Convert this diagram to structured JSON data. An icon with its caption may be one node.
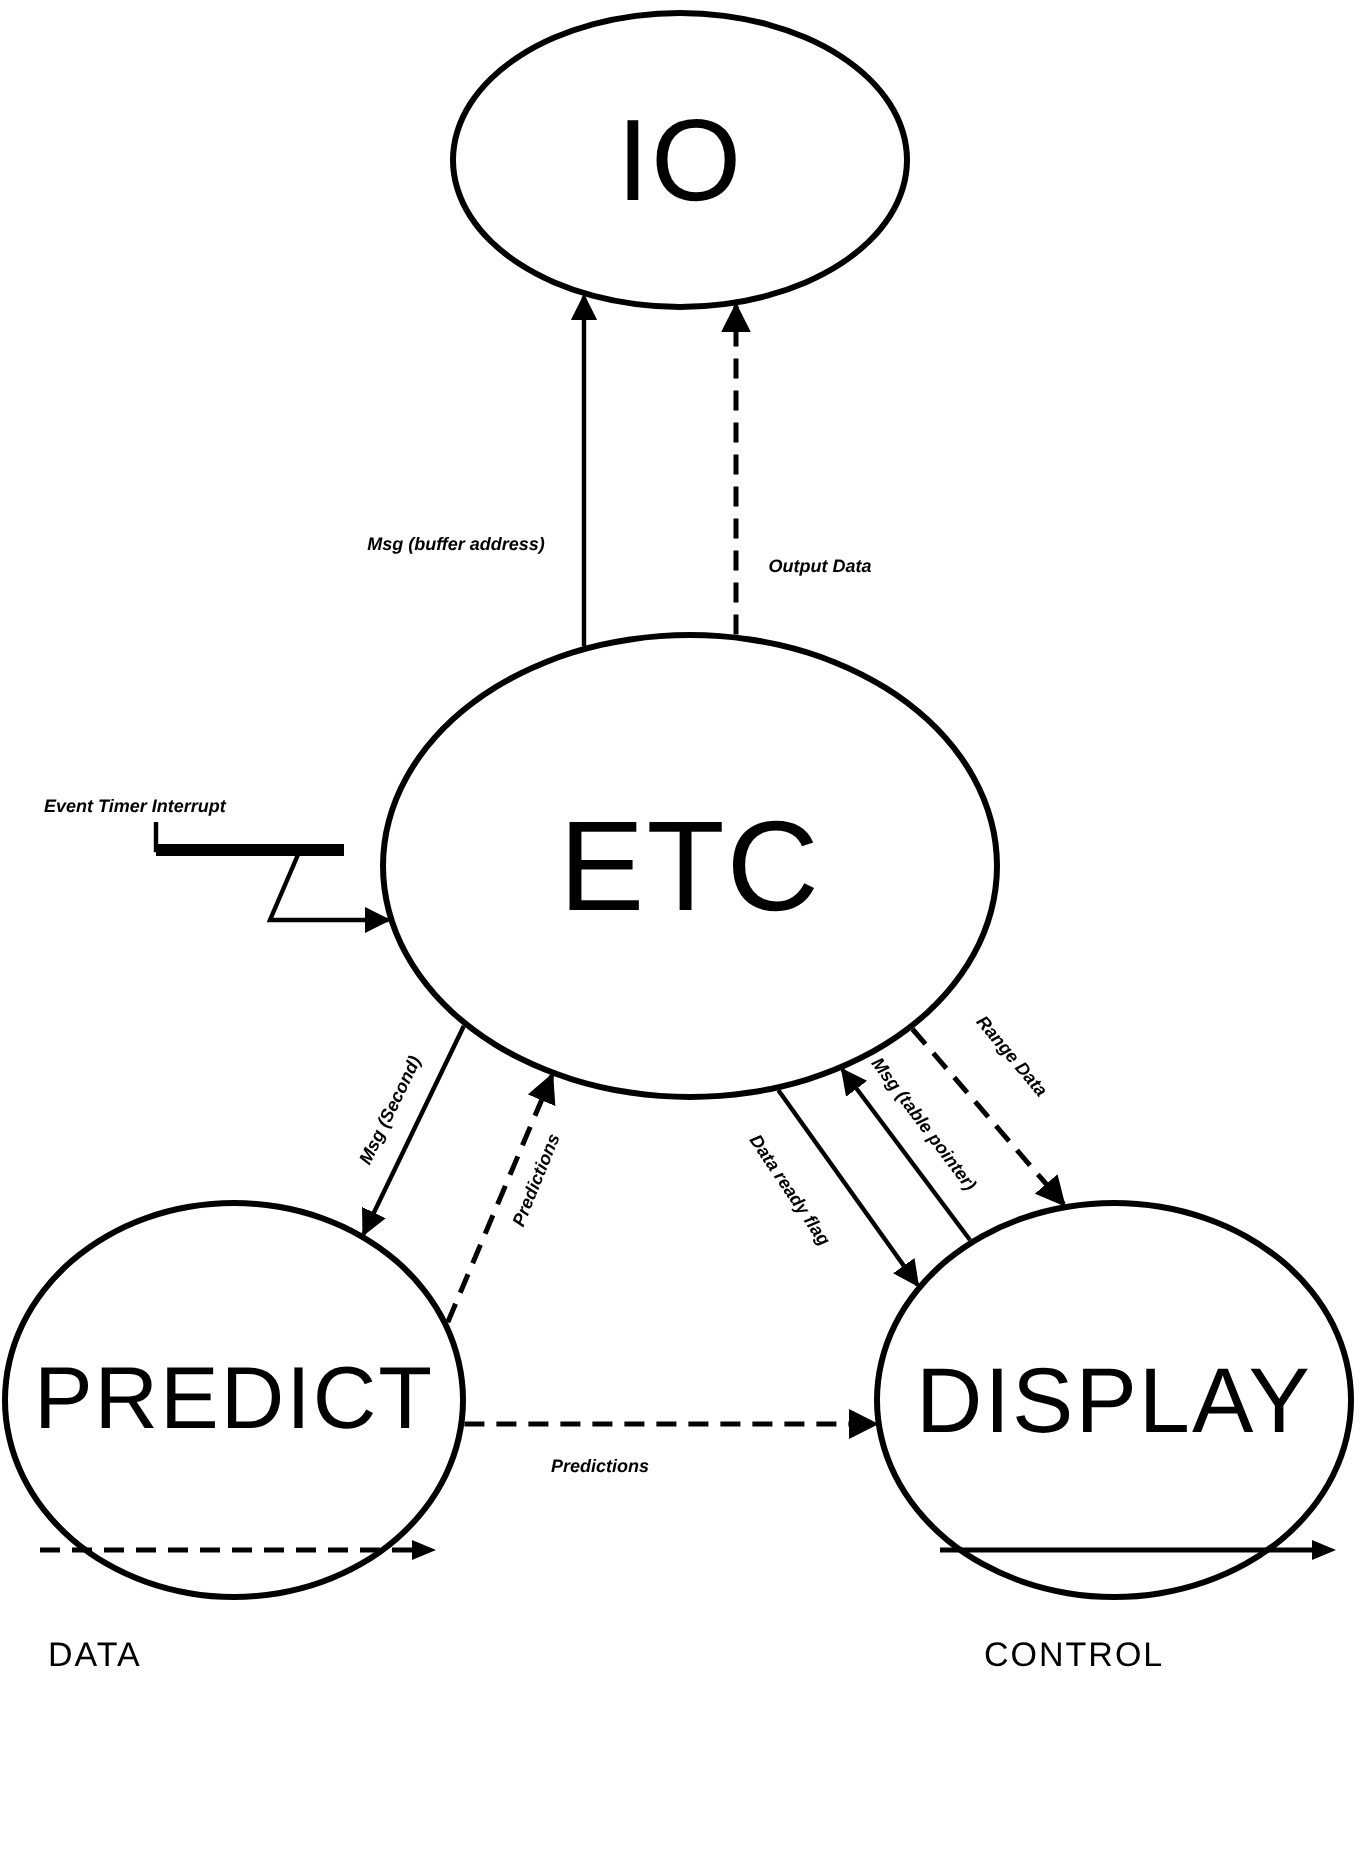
{
  "diagram": {
    "nodes": [
      {
        "text": [
          "IO"
        ]
      },
      {
        "text": [
          "ETC"
        ]
      },
      {
        "text": [
          "PREDICT"
        ]
      },
      {
        "text": [
          "DISPLAY"
        ]
      },
      {
        "text": [
          "Event Timer Interrupt"
        ]
      }
    ],
    "edges": [
      {
        "from": 1,
        "to": 0,
        "arrow": "to",
        "label": "Msg (buffer address)"
      },
      {
        "from": 1,
        "to": 0,
        "arrow": "to",
        "label": "Output Data",
        "style": "dashed"
      },
      {
        "from": 1,
        "to": 2,
        "arrow": "to",
        "label": "Msg (Second)"
      },
      {
        "from": 2,
        "to": 1,
        "arrow": "to",
        "label": "Predictions",
        "style": "dashed"
      },
      {
        "from": 1,
        "to": 3,
        "arrow": "to",
        "label": "Data ready flag"
      },
      {
        "from": 3,
        "to": 1,
        "arrow": "to",
        "label": "Msg (table pointer)"
      },
      {
        "from": 1,
        "to": 3,
        "arrow": "to",
        "label": "Range Data",
        "style": "dashed"
      },
      {
        "from": 2,
        "to": 3,
        "arrow": "to",
        "label": "Predictions",
        "style": "dashed"
      },
      {
        "from": 4,
        "to": 1,
        "arrow": "to"
      }
    ],
    "legend": [
      {
        "text": "DATA"
      },
      {
        "text": "CONTROL"
      }
    ]
  }
}
